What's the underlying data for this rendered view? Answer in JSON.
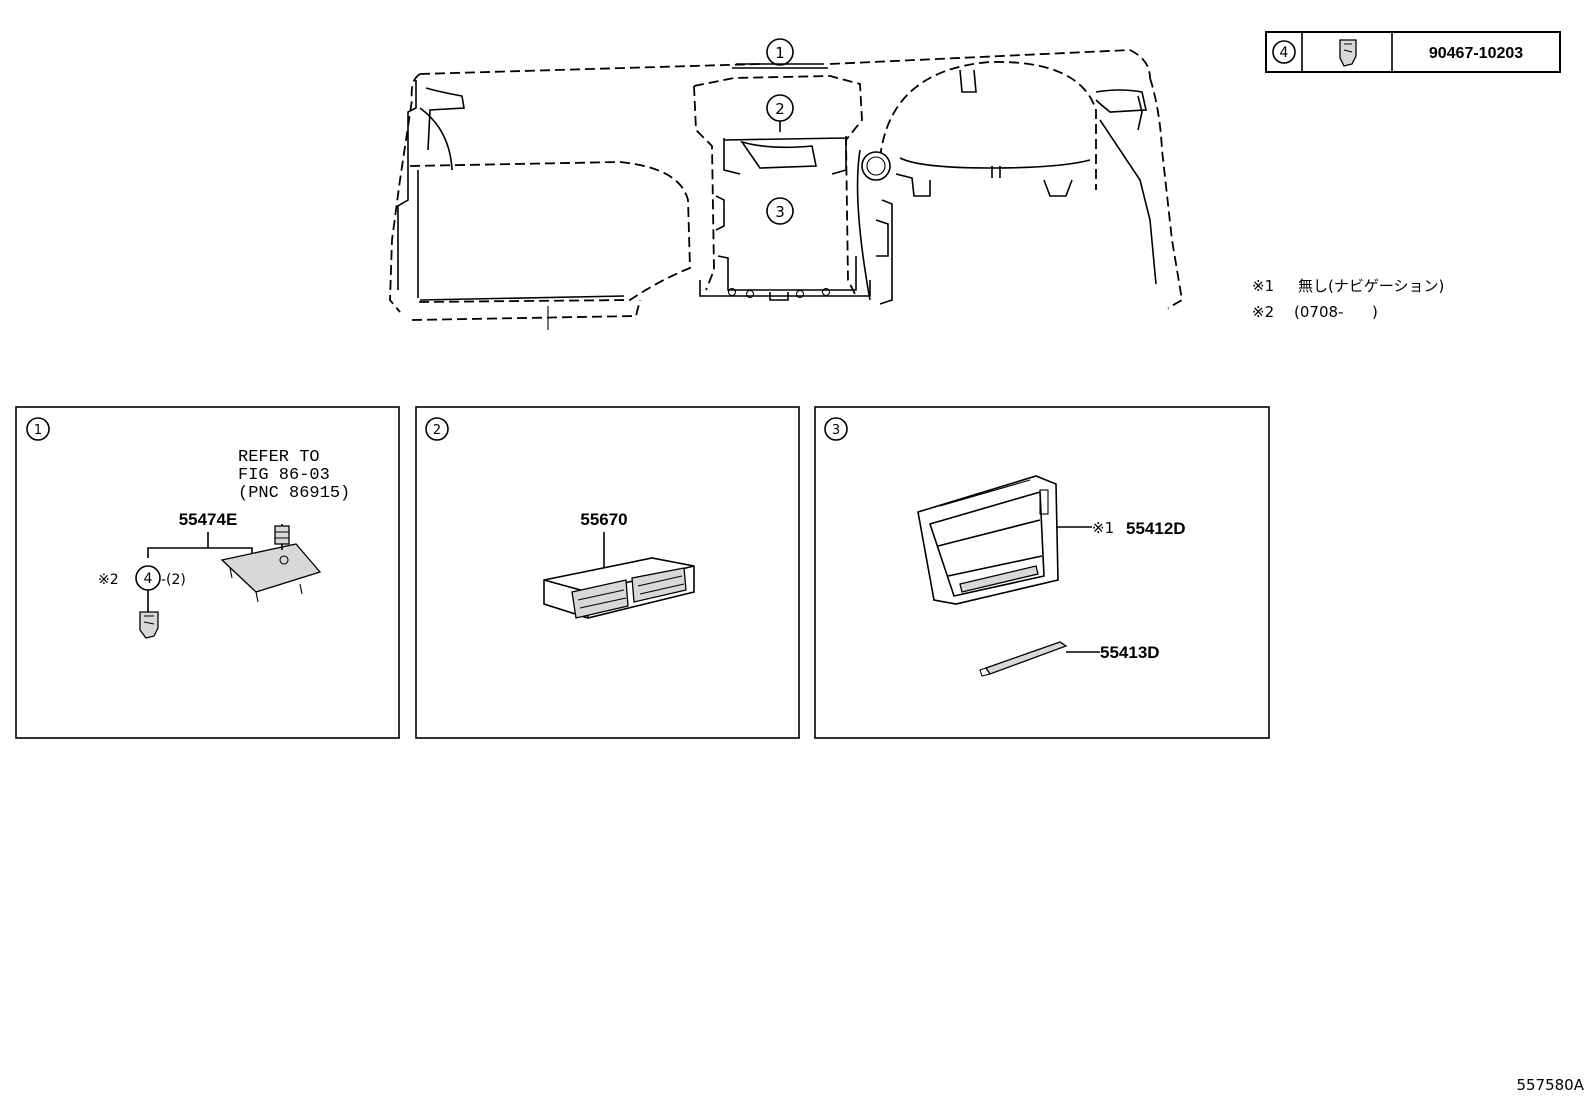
{
  "main_view": {
    "callouts": [
      {
        "num": "1"
      },
      {
        "num": "2"
      },
      {
        "num": "3"
      }
    ]
  },
  "legend_table": {
    "ref": "4",
    "icon": "clip-icon",
    "part_number": "90467-10203"
  },
  "notes": [
    {
      "mark": "※1",
      "text": "無し(ナビゲーション)"
    },
    {
      "mark": "※2",
      "text": "(0708-      )"
    }
  ],
  "panels": [
    {
      "num": "1",
      "refer_lines": [
        "REFER TO",
        "FIG 86-03",
        "(PNC 86915)"
      ],
      "part": "55474E",
      "clip_mark": "※2",
      "clip_ref": "4",
      "clip_qty": "-(2)"
    },
    {
      "num": "2",
      "part": "55670"
    },
    {
      "num": "3",
      "part_a_mark": "※1",
      "part_a": "55412D",
      "part_b": "55413D"
    }
  ],
  "figure_id": "557580A"
}
